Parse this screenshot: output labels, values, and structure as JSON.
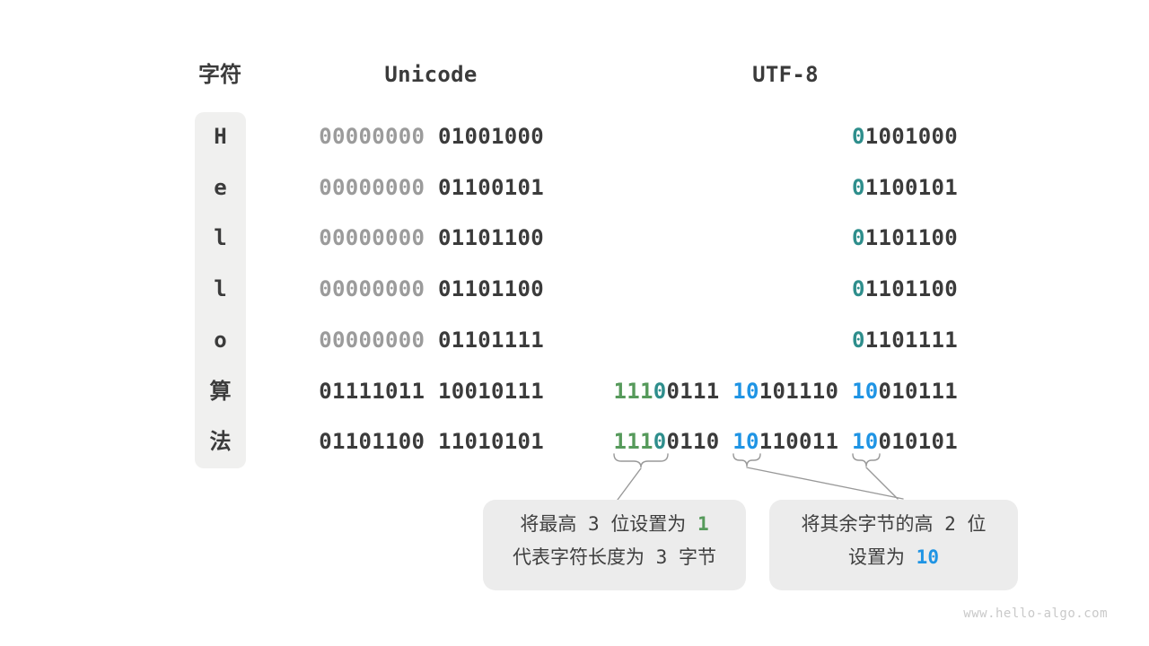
{
  "colors": {
    "dark": "#3b3b3b",
    "muted": "#9b9b9b",
    "green": "#569a5b",
    "teal": "#2e8e8c",
    "blue": "#1f94e4",
    "bar": "#f0f0ef",
    "box": "#ececec",
    "line": "#999999",
    "watermark": "#c9c9c9"
  },
  "header": {
    "char": "字符",
    "unicode": "Unicode",
    "utf8": "UTF-8"
  },
  "rows": [
    {
      "char": "H",
      "unicode": [
        [
          {
            "t": "00000000",
            "s": "muted"
          }
        ],
        [
          {
            "t": "01001000",
            "s": "dark"
          }
        ]
      ],
      "utf8": [
        [
          {
            "t": "0",
            "s": "teal"
          },
          {
            "t": "1001000",
            "s": "dark"
          }
        ]
      ]
    },
    {
      "char": "e",
      "unicode": [
        [
          {
            "t": "00000000",
            "s": "muted"
          }
        ],
        [
          {
            "t": "01100101",
            "s": "dark"
          }
        ]
      ],
      "utf8": [
        [
          {
            "t": "0",
            "s": "teal"
          },
          {
            "t": "1100101",
            "s": "dark"
          }
        ]
      ]
    },
    {
      "char": "l",
      "unicode": [
        [
          {
            "t": "00000000",
            "s": "muted"
          }
        ],
        [
          {
            "t": "01101100",
            "s": "dark"
          }
        ]
      ],
      "utf8": [
        [
          {
            "t": "0",
            "s": "teal"
          },
          {
            "t": "1101100",
            "s": "dark"
          }
        ]
      ]
    },
    {
      "char": "l",
      "unicode": [
        [
          {
            "t": "00000000",
            "s": "muted"
          }
        ],
        [
          {
            "t": "01101100",
            "s": "dark"
          }
        ]
      ],
      "utf8": [
        [
          {
            "t": "0",
            "s": "teal"
          },
          {
            "t": "1101100",
            "s": "dark"
          }
        ]
      ]
    },
    {
      "char": "o",
      "unicode": [
        [
          {
            "t": "00000000",
            "s": "muted"
          }
        ],
        [
          {
            "t": "01101111",
            "s": "dark"
          }
        ]
      ],
      "utf8": [
        [
          {
            "t": "0",
            "s": "teal"
          },
          {
            "t": "1101111",
            "s": "dark"
          }
        ]
      ]
    },
    {
      "char": "算",
      "unicode": [
        [
          {
            "t": "01111011",
            "s": "dark"
          }
        ],
        [
          {
            "t": "10010111",
            "s": "dark"
          }
        ]
      ],
      "utf8": [
        [
          {
            "t": "111",
            "s": "green"
          },
          {
            "t": "0",
            "s": "teal"
          },
          {
            "t": "0111",
            "s": "dark"
          }
        ],
        [
          {
            "t": "10",
            "s": "blue"
          },
          {
            "t": "101110",
            "s": "dark"
          }
        ],
        [
          {
            "t": "10",
            "s": "blue"
          },
          {
            "t": "010111",
            "s": "dark"
          }
        ]
      ]
    },
    {
      "char": "法",
      "unicode": [
        [
          {
            "t": "01101100",
            "s": "dark"
          }
        ],
        [
          {
            "t": "11010101",
            "s": "dark"
          }
        ]
      ],
      "utf8": [
        [
          {
            "t": "111",
            "s": "green"
          },
          {
            "t": "0",
            "s": "teal"
          },
          {
            "t": "0110",
            "s": "dark"
          }
        ],
        [
          {
            "t": "10",
            "s": "blue"
          },
          {
            "t": "110011",
            "s": "dark"
          }
        ],
        [
          {
            "t": "10",
            "s": "blue"
          },
          {
            "t": "010101",
            "s": "dark"
          }
        ]
      ]
    }
  ],
  "callouts": {
    "left": {
      "lines": [
        [
          {
            "t": "将最高",
            "s": "text"
          },
          {
            "t": " 3 ",
            "s": "num"
          },
          {
            "t": "位设置为",
            "s": "text"
          },
          {
            "t": " 1",
            "s": "num-green"
          }
        ],
        [
          {
            "t": "代表字符长度为",
            "s": "text"
          },
          {
            "t": " 3 ",
            "s": "num"
          },
          {
            "t": "字节",
            "s": "text"
          }
        ]
      ]
    },
    "right": {
      "lines": [
        [
          {
            "t": "将其余字节的高",
            "s": "text"
          },
          {
            "t": " 2 ",
            "s": "num"
          },
          {
            "t": "位",
            "s": "text"
          }
        ],
        [
          {
            "t": "设置为",
            "s": "text"
          },
          {
            "t": " 10",
            "s": "num-blue"
          }
        ]
      ]
    }
  },
  "watermark": "www.hello-algo.com"
}
